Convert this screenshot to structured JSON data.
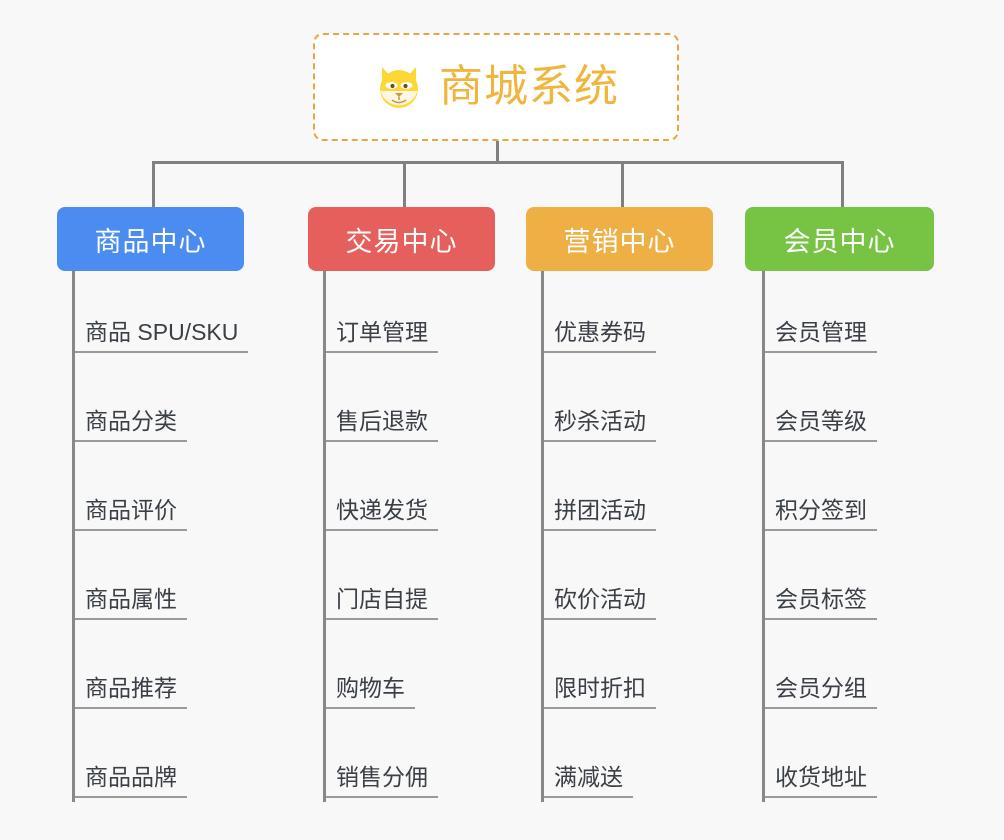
{
  "diagram": {
    "title": "商城系统",
    "root_icon": "shiba-dog-face-icon",
    "background_color": "#f8f8f9",
    "root": {
      "label": "商城系统",
      "border_color": "#e9a53f",
      "text_color": "#f0b53c",
      "fill_color": "#ffffff"
    },
    "connector_color": "#808080",
    "columns": [
      {
        "label": "商品中心",
        "color": "#4a8cf0",
        "items": [
          "商品 SPU/SKU",
          "商品分类",
          "商品评价",
          "商品属性",
          "商品推荐",
          "商品品牌"
        ]
      },
      {
        "label": "交易中心",
        "color": "#e55f5c",
        "items": [
          "订单管理",
          "售后退款",
          "快递发货",
          "门店自提",
          "购物车",
          "销售分佣"
        ]
      },
      {
        "label": "营销中心",
        "color": "#eeaf44",
        "items": [
          "优惠券码",
          "秒杀活动",
          "拼团活动",
          "砍价活动",
          "限时折扣",
          "满减送"
        ]
      },
      {
        "label": "会员中心",
        "color": "#77c344",
        "items": [
          "会员管理",
          "会员等级",
          "积分签到",
          "会员标签",
          "会员分组",
          "收货地址"
        ]
      }
    ]
  }
}
